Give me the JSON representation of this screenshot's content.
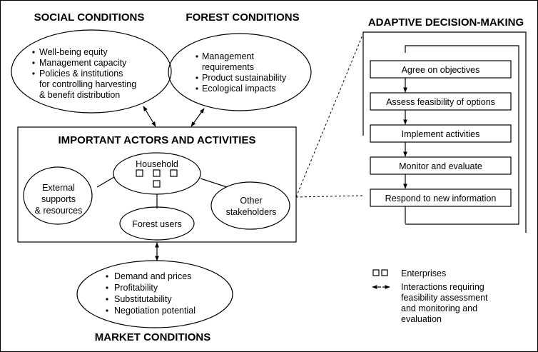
{
  "figure": {
    "social": {
      "title": "SOCIAL CONDITIONS",
      "lines": [
        {
          "bullet": true,
          "text": "Well-being equity"
        },
        {
          "bullet": true,
          "text": "Management capacity"
        },
        {
          "bullet": true,
          "text": "Policies & institutions"
        },
        {
          "bullet": false,
          "text": "for controlling harvesting"
        },
        {
          "bullet": false,
          "text": "& benefit distribution"
        }
      ]
    },
    "forest": {
      "title": "FOREST CONDITIONS",
      "lines": [
        {
          "bullet": true,
          "text": "Management"
        },
        {
          "bullet": false,
          "text": "requirements"
        },
        {
          "bullet": true,
          "text": "Product sustainability"
        },
        {
          "bullet": true,
          "text": "Ecological impacts"
        }
      ]
    },
    "actors": {
      "title": "IMPORTANT ACTORS AND ACTIVITIES",
      "household": "Household",
      "external": [
        "External",
        "supports",
        "& resources"
      ],
      "forest_users": "Forest users",
      "other": [
        "Other",
        "stakeholders"
      ]
    },
    "market": {
      "title": "MARKET CONDITIONS",
      "lines": [
        {
          "bullet": true,
          "text": "Demand and prices"
        },
        {
          "bullet": true,
          "text": "Profitability"
        },
        {
          "bullet": true,
          "text": "Substitutability"
        },
        {
          "bullet": true,
          "text": "Negotiation potential"
        }
      ]
    },
    "adaptive": {
      "title": "ADAPTIVE DECISION-MAKING",
      "steps": [
        "Agree on objectives",
        "Assess feasibility of options",
        "Implement activities",
        "Monitor and evaluate",
        "Respond to new information"
      ]
    },
    "legend": {
      "enterprises": "Enterprises",
      "interactions": [
        "Interactions requiring",
        "feasibility assessment",
        "and monitoring and",
        "evaluation"
      ]
    }
  }
}
